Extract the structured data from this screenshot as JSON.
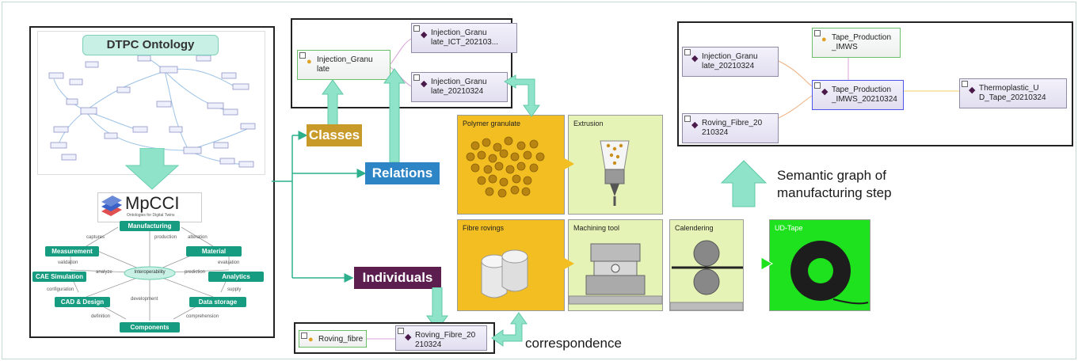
{
  "ontology": {
    "title": "DTPC Ontology",
    "logo_text": "MpCCI",
    "logo_sub": "Ontologies for Digital Twins",
    "center": "Interoperability",
    "boxes": {
      "manufacturing": "Manufacturing",
      "measurement": "Measurement",
      "material": "Material",
      "cae": "CAE Simulation",
      "analytics": "Analytics",
      "cad": "CAD & Design",
      "storage": "Data storage",
      "components": "Components"
    },
    "relations": {
      "captures": "captures",
      "alteration": "alteration",
      "validation": "validation",
      "evaluation": "evaluation",
      "analyze": "analyze",
      "prediction": "prediction",
      "configuration": "configuration",
      "supply": "supply",
      "definition": "definition",
      "comprehension": "comprehension",
      "development": "development",
      "production": "production"
    }
  },
  "labels": {
    "classes": "Classes",
    "relations": "Relations",
    "individuals": "Individuals"
  },
  "top_panel": {
    "class_node": "Injection_Granu late",
    "node_ict": "Injection_Granu late_ICT_202103...",
    "node_20210324": "Injection_Granu late_20210324"
  },
  "bottom_panel": {
    "class_node": "Roving_fibre",
    "individual_node": "Roving_Fibre_20 210324"
  },
  "graph_panel": {
    "n_injection": "Injection_Granu late_20210324",
    "n_tape_class": "Tape_Production _IMWS",
    "n_tape_ind": "Tape_Production _IMWS_20210324",
    "n_thermo": "Thermoplastic_U D_Tape_20210324",
    "n_roving": "Roving_Fibre_20 210324"
  },
  "tiles": {
    "polymer": "Polymer granulate",
    "extrusion": "Extrusion",
    "fibre": "Fibre rovings",
    "machining": "Machining tool",
    "calendering": "Calendering",
    "udtape": "UD-Tape"
  },
  "captions": {
    "semantic_line1": "Semantic graph of",
    "semantic_line2": "manufacturing step",
    "correspondence": "correspondence"
  },
  "colors": {
    "classes": "#c89a2a",
    "relations": "#2d85c6",
    "individuals": "#5b1e4e",
    "arrow": "#8ee3c8",
    "tile_yellow": "#f2be22",
    "tile_lime": "#e6f3b6",
    "tile_green": "#1de21d"
  }
}
